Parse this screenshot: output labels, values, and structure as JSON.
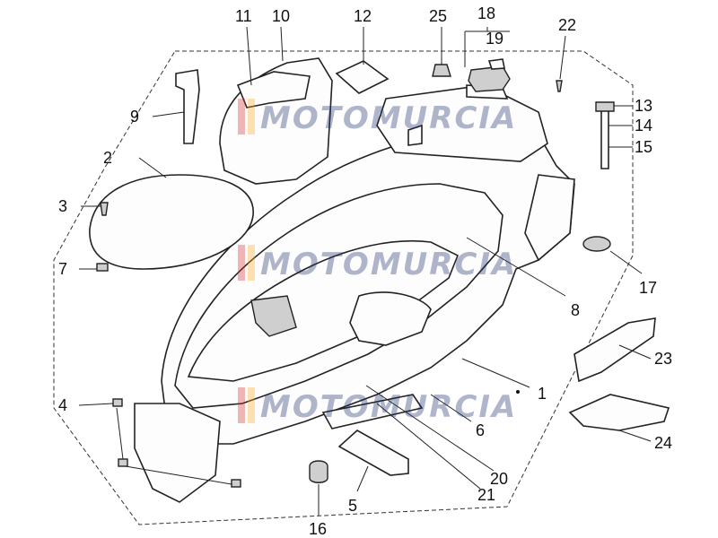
{
  "diagram": {
    "callouts": [
      {
        "id": "c1",
        "label": "1"
      },
      {
        "id": "c2",
        "label": "2"
      },
      {
        "id": "c3",
        "label": "3"
      },
      {
        "id": "c4",
        "label": "4"
      },
      {
        "id": "c5",
        "label": "5"
      },
      {
        "id": "c6",
        "label": "6"
      },
      {
        "id": "c7",
        "label": "7"
      },
      {
        "id": "c8",
        "label": "8"
      },
      {
        "id": "c9",
        "label": "9"
      },
      {
        "id": "c10",
        "label": "10"
      },
      {
        "id": "c11",
        "label": "11"
      },
      {
        "id": "c12",
        "label": "12"
      },
      {
        "id": "c13",
        "label": "13"
      },
      {
        "id": "c14",
        "label": "14"
      },
      {
        "id": "c15",
        "label": "15"
      },
      {
        "id": "c16",
        "label": "16"
      },
      {
        "id": "c17",
        "label": "17"
      },
      {
        "id": "c18",
        "label": "18"
      },
      {
        "id": "c19",
        "label": "19"
      },
      {
        "id": "c20",
        "label": "20"
      },
      {
        "id": "c21",
        "label": "21"
      },
      {
        "id": "c22",
        "label": "22"
      },
      {
        "id": "c23",
        "label": "23"
      },
      {
        "id": "c24",
        "label": "24"
      },
      {
        "id": "c25",
        "label": "25"
      }
    ]
  },
  "watermark": {
    "text": "MOTOMURCIA",
    "colors": [
      "#d32f2f",
      "#f9a825",
      "#1e2f6b"
    ]
  }
}
